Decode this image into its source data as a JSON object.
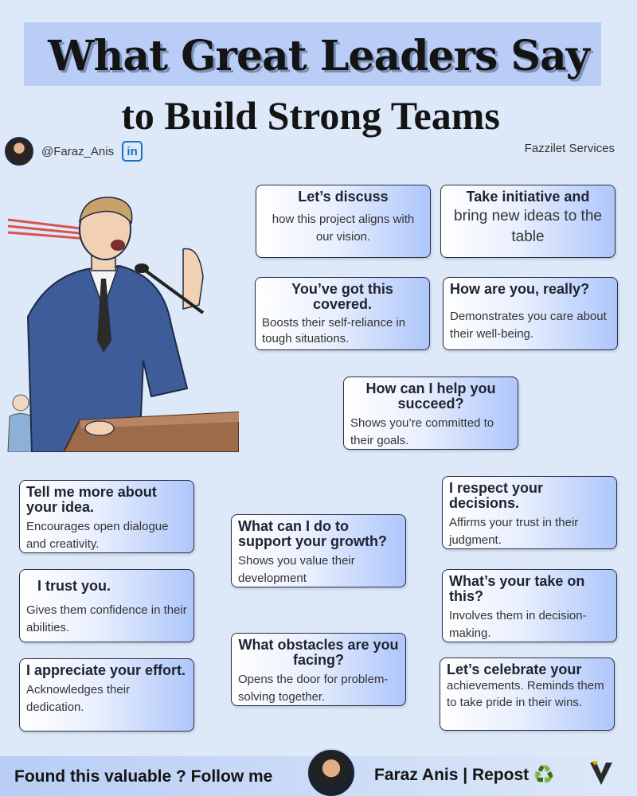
{
  "header": {
    "title": "What Great Leaders Say",
    "subtitle": "to Build Strong Teams",
    "handle": "@Faraz_Anis",
    "linkedin_label": "in",
    "brand": "Fazzilet Services"
  },
  "cards": [
    {
      "heading": "Let’s discuss",
      "desc": "how this project aligns with our vision."
    },
    {
      "heading": "Take initiative and",
      "desc": "bring new ideas to the table"
    },
    {
      "heading": "You’ve got this covered.",
      "desc": "Boosts their self-reliance in tough situations."
    },
    {
      "heading": "How are you, really?",
      "desc": "Demonstrates you care about their well-being."
    },
    {
      "heading": "How can I help you succeed?",
      "desc": "Shows you’re committed to their goals."
    },
    {
      "heading": "Tell me more about your idea.",
      "desc": "Encourages open dialogue and creativity."
    },
    {
      "heading": "I respect your decisions.",
      "desc": "Affirms your trust in their judgment."
    },
    {
      "heading": "What can I do to support your growth?",
      "desc": "Shows you value their development"
    },
    {
      "heading": "I trust you.",
      "desc": "Gives them confidence in their abilities."
    },
    {
      "heading": "What’s your take on this?",
      "desc": " Involves them in decision-making."
    },
    {
      "heading": "What obstacles are you facing?",
      "desc": "Opens the door for problem-solving together."
    },
    {
      "heading": "I appreciate your effort.",
      "desc": "Acknowledges their dedication."
    },
    {
      "heading": "Let’s celebrate your",
      "desc": "achievements. Reminds them to take pride in their wins."
    }
  ],
  "footer": {
    "cta": "Found this valuable ? Follow me",
    "signature": "Faraz Anis | Repost ♻️"
  }
}
